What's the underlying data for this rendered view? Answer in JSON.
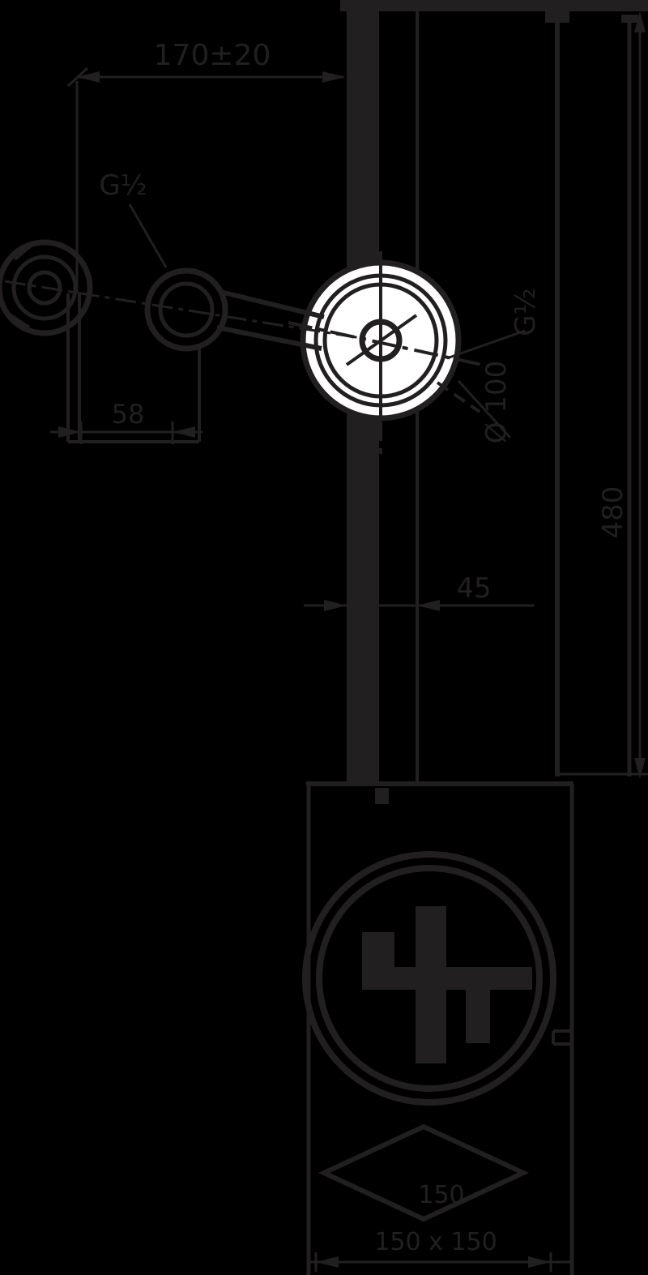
{
  "drawing": {
    "type": "technical-dimension-drawing",
    "colors": {
      "background": "#000000",
      "ink": "#221f20",
      "paper": "#ffffff"
    },
    "brand_mark": "hansgrohe-logo",
    "labels": {
      "top_offset": "170±20",
      "thread_size": "G½",
      "plate_width": "58",
      "wall_distance": "45",
      "outlet_thread": "G½",
      "escutcheon_diameter": "Ø 100",
      "total_height": "480",
      "diamond_size": "150",
      "box_footprint": "150 x 150"
    }
  }
}
